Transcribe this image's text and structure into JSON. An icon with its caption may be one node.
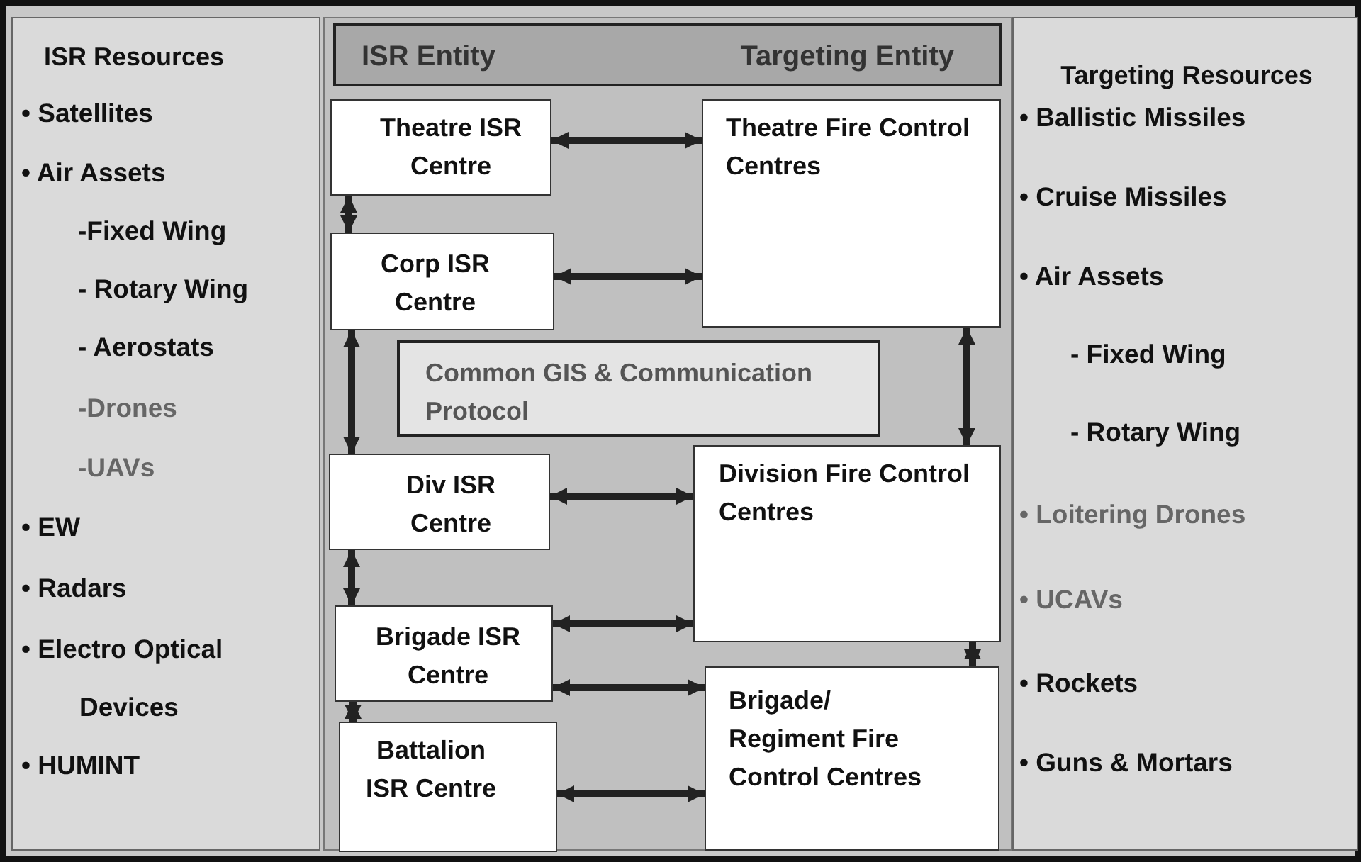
{
  "diagram": {
    "nodes": [
      {
        "text": [
          "ISR Resources",
          "• Satellites",
          "• Air Assets",
          "-Fixed Wing",
          "- Rotary Wing",
          "- Aerostats",
          "-Drones",
          "-UAVs",
          "• EW",
          "• Radars",
          "• Electro Optical Devices",
          "• HUMINT"
        ]
      },
      {
        "text": [
          "ISR Entity",
          "Targeting Entity"
        ]
      },
      {
        "text": [
          "Theatre ISR Centre"
        ]
      },
      {
        "text": [
          "Theatre Fire Control Centres"
        ]
      },
      {
        "text": [
          "Corp ISR Centre"
        ]
      },
      {
        "text": [
          "Common GIS & Communication Protocol"
        ]
      },
      {
        "text": [
          "Div ISR Centre"
        ]
      },
      {
        "text": [
          "Division Fire Control Centres"
        ]
      },
      {
        "text": [
          "Brigade ISR Centre"
        ]
      },
      {
        "text": [
          "Battalion ISR Centre"
        ]
      },
      {
        "text": [
          "Brigade/ Regiment Fire Control Centres"
        ]
      },
      {
        "text": [
          "Targeting Resources",
          "• Ballistic Missiles",
          "• Cruise Missiles",
          "• Air Assets",
          "- Fixed Wing",
          "-  Rotary Wing",
          "• Loitering Drones",
          "• UCAVs",
          "• Rockets",
          "• Guns & Mortars"
        ]
      }
    ],
    "edges": [
      {
        "from": 2,
        "to": 3,
        "arrow": "both"
      },
      {
        "from": 2,
        "to": 4,
        "arrow": "both"
      },
      {
        "from": 4,
        "to": 3,
        "arrow": "both"
      },
      {
        "from": 4,
        "to": 6,
        "arrow": "both"
      },
      {
        "from": 3,
        "to": 7,
        "arrow": "both"
      },
      {
        "from": 6,
        "to": 7,
        "arrow": "both"
      },
      {
        "from": 6,
        "to": 8,
        "arrow": "both"
      },
      {
        "from": 8,
        "to": 7,
        "arrow": "both"
      },
      {
        "from": 8,
        "to": 10,
        "arrow": "both"
      },
      {
        "from": 7,
        "to": 10,
        "arrow": "both"
      },
      {
        "from": 8,
        "to": 9,
        "arrow": "both"
      },
      {
        "from": 9,
        "to": 10,
        "arrow": "both"
      }
    ]
  }
}
